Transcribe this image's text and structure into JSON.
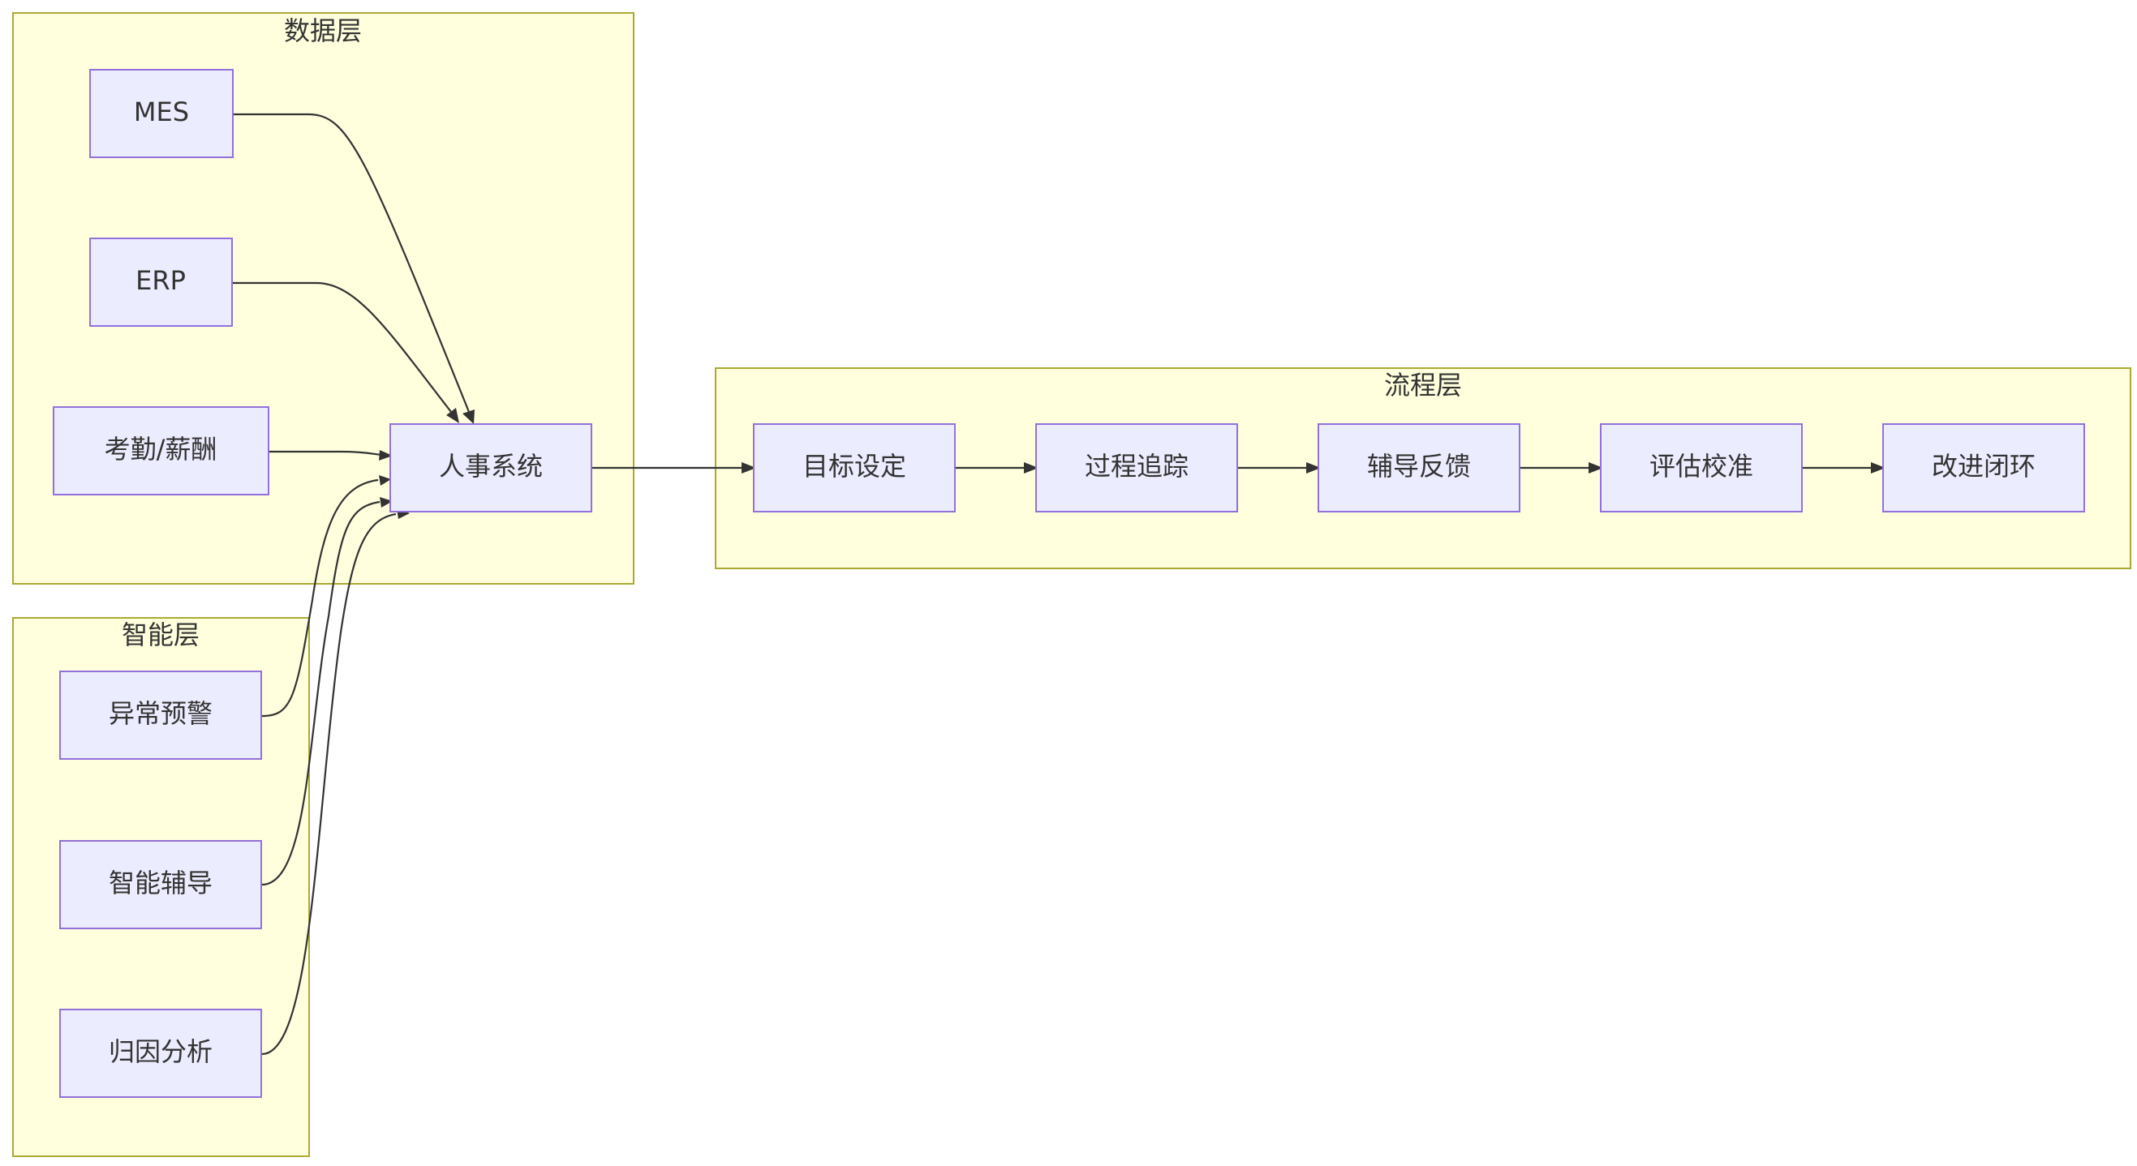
{
  "clusters": {
    "data": {
      "label": "数据层"
    },
    "intel": {
      "label": "智能层"
    },
    "process": {
      "label": "流程层"
    }
  },
  "nodes": {
    "mes": {
      "label": "MES"
    },
    "erp": {
      "label": "ERP"
    },
    "attendance": {
      "label": "考勤/薪酬"
    },
    "hr": {
      "label": "人事系统"
    },
    "alert": {
      "label": "异常预警"
    },
    "coach": {
      "label": "智能辅导"
    },
    "attribution": {
      "label": "归因分析"
    },
    "goal": {
      "label": "目标设定"
    },
    "track": {
      "label": "过程追踪"
    },
    "feedback": {
      "label": "辅导反馈"
    },
    "evaluate": {
      "label": "评估校准"
    },
    "improve": {
      "label": "改进闭环"
    }
  },
  "edges": [
    {
      "from": "mes",
      "to": "hr"
    },
    {
      "from": "erp",
      "to": "hr"
    },
    {
      "from": "attendance",
      "to": "hr"
    },
    {
      "from": "alert",
      "to": "hr"
    },
    {
      "from": "coach",
      "to": "hr"
    },
    {
      "from": "attribution",
      "to": "hr"
    },
    {
      "from": "hr",
      "to": "goal"
    },
    {
      "from": "goal",
      "to": "track"
    },
    {
      "from": "track",
      "to": "feedback"
    },
    {
      "from": "feedback",
      "to": "evaluate"
    },
    {
      "from": "evaluate",
      "to": "improve"
    }
  ]
}
